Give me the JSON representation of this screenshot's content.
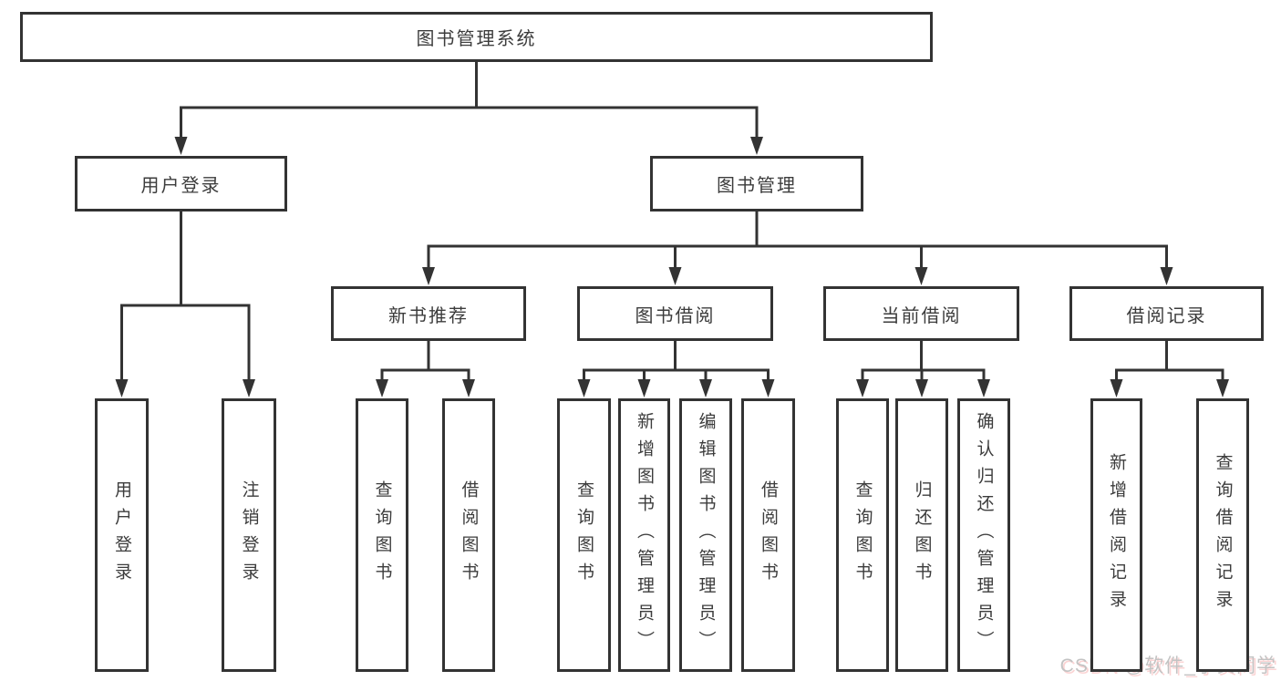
{
  "diagram_title": "图书管理系统",
  "tree": {
    "id": "root",
    "label": "图书管理系统",
    "children": [
      {
        "id": "user-login",
        "label": "用户登录",
        "children": [
          {
            "id": "leaf-user-login",
            "label": "用户登录"
          },
          {
            "id": "leaf-logout",
            "label": "注销登录"
          }
        ]
      },
      {
        "id": "book-mgmt",
        "label": "图书管理",
        "children": [
          {
            "id": "new-book",
            "label": "新书推荐",
            "children": [
              {
                "id": "leaf-nb-query",
                "label": "查询图书"
              },
              {
                "id": "leaf-nb-borrow",
                "label": "借阅图书"
              }
            ]
          },
          {
            "id": "book-borrow",
            "label": "图书借阅",
            "children": [
              {
                "id": "leaf-bb-query",
                "label": "查询图书"
              },
              {
                "id": "leaf-bb-add",
                "label": "新增图书（管理员）"
              },
              {
                "id": "leaf-bb-edit",
                "label": "编辑图书（管理员）"
              },
              {
                "id": "leaf-bb-borrow",
                "label": "借阅图书"
              }
            ]
          },
          {
            "id": "current-borrow",
            "label": "当前借阅",
            "children": [
              {
                "id": "leaf-cb-query",
                "label": "查询图书"
              },
              {
                "id": "leaf-cb-return",
                "label": "归还图书"
              },
              {
                "id": "leaf-cb-confirm",
                "label": "确认归还（管理员）"
              }
            ]
          },
          {
            "id": "borrow-record",
            "label": "借阅记录",
            "children": [
              {
                "id": "leaf-br-add",
                "label": "新增借阅记录"
              },
              {
                "id": "leaf-br-query",
                "label": "查询借阅记录"
              }
            ]
          }
        ]
      }
    ]
  },
  "watermark": {
    "text": "CSDN @软件_小贺同学"
  },
  "colors": {
    "line": "#333333",
    "box_border": "#333333",
    "text": "#3c3c3c",
    "background": "#ffffff",
    "watermark": "#c3c3c3",
    "watermark_accent": "#f7a0a0"
  }
}
